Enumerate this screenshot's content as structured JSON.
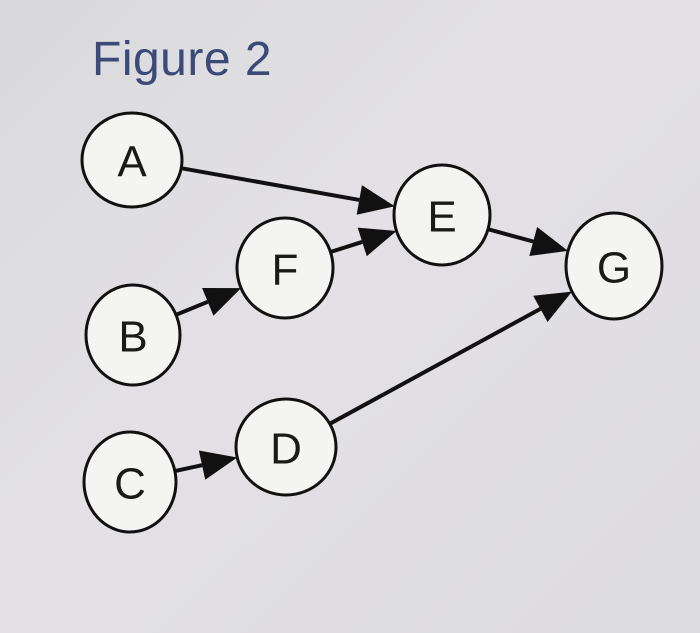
{
  "figure": {
    "title": "Figure 2"
  },
  "nodes": [
    {
      "id": "A",
      "label": "A"
    },
    {
      "id": "B",
      "label": "B"
    },
    {
      "id": "C",
      "label": "C"
    },
    {
      "id": "D",
      "label": "D"
    },
    {
      "id": "E",
      "label": "E"
    },
    {
      "id": "F",
      "label": "F"
    },
    {
      "id": "G",
      "label": "G"
    }
  ],
  "edges": [
    {
      "from": "A",
      "to": "E"
    },
    {
      "from": "F",
      "to": "E"
    },
    {
      "from": "B",
      "to": "F"
    },
    {
      "from": "E",
      "to": "G"
    },
    {
      "from": "C",
      "to": "D"
    },
    {
      "from": "D",
      "to": "G"
    }
  ],
  "colors": {
    "title": "#3b4a78",
    "stroke": "#111111",
    "node_fill": "#f4f4f2"
  }
}
